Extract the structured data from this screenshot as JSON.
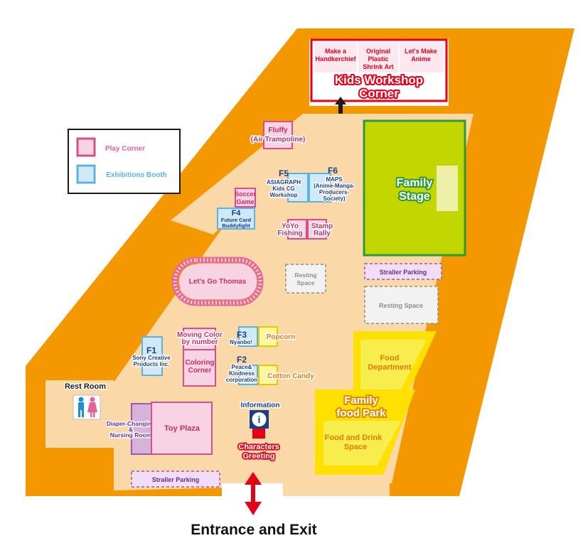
{
  "colors": {
    "outer_frame": "#f39800",
    "floor": "#fbd8a8",
    "play_corner_fill": "#f8d3e3",
    "play_corner_stroke": "#d64f8a",
    "exhibition_fill": "#cfe9f8",
    "exhibition_stroke": "#5fb2e0",
    "stage_fill": "#c2d600",
    "stage_border": "#2e9a3a",
    "food_yellow": "#ffe000",
    "food_inner": "#f7ee4e",
    "workshop_red": "#e5001a",
    "arrow_red": "#e5001a"
  },
  "legend": {
    "play_corner": "Play Corner",
    "exhibitions_booth": "Exhibitions Booth"
  },
  "workshop": {
    "items": [
      "Make a Handkerchief",
      "Original Plastic Shrink Art",
      "Let's Make Anime"
    ],
    "item_lines": [
      [
        "Make a",
        "Handkerchief"
      ],
      [
        "Original",
        "Plastic",
        "Shrink Art"
      ],
      [
        "Let's Make",
        "Anime"
      ]
    ],
    "title_line1": "Kids Workshop",
    "title_line2": "Corner"
  },
  "stage": {
    "line1": "Family",
    "line2": "Stage"
  },
  "play": {
    "fluffy_line1": "Fluffy",
    "fluffy_line2": "(Air Trampoline)",
    "soccer_line1": "Soccer",
    "soccer_line2": "Game",
    "yoyo_line1": "YoYo",
    "yoyo_line2": "Fishing",
    "stamp_line1": "Stamp",
    "stamp_line2": "Rally",
    "thomas": "Let's Go Thomas",
    "moving_line1": "Moving Color",
    "moving_line2": "by number",
    "coloring_line1": "Coloring",
    "coloring_line2": "Corner",
    "toy_plaza": "Toy Plaza",
    "diaper_line1": "Diaper-Changing",
    "diaper_line2": "&",
    "diaper_line3": "Nursing Room"
  },
  "booths": {
    "f5_code": "F5",
    "f5_line1": "ASIAGRAPH",
    "f5_line2": "Kids CG",
    "f5_line3": "Workshop",
    "f6_code": "F6",
    "f6_line1": "MAPS",
    "f6_line2": "(Anime-Manga-",
    "f6_line3": "Producers-",
    "f6_line4": "Society)",
    "f4_code": "F4",
    "f4_line1": "Future Card",
    "f4_line2": "Buddyfight",
    "f3_code": "F3",
    "f3_line1": "Nyanbo!",
    "f2_code": "F2",
    "f2_line1": "Peace&",
    "f2_line2": "Kindness",
    "f2_line3": "corporation",
    "f1_code": "F1",
    "f1_line1": "Sony Creative",
    "f1_line2": "Products Inc."
  },
  "food": {
    "popcorn": "Popcorn",
    "cotton_candy": "Cotton Candy",
    "dept_line1": "Food",
    "dept_line2": "Department",
    "park_line1": "Family",
    "park_line2": "food Park",
    "drink_line1": "Food and Drink",
    "drink_line2": "Space"
  },
  "rest": {
    "resting_line1": "Resting",
    "resting_line2": "Space",
    "resting_space": "Resting Space",
    "rest_room": "Rest Room"
  },
  "parking": {
    "top": "Straller Parking",
    "bottom": "Straller Parking"
  },
  "info": {
    "information": "Information",
    "info_icon": "i",
    "characters_line1": "Characters",
    "characters_line2": "Greeting"
  },
  "entrance": "Entrance and Exit",
  "icons": [
    "info-icon",
    "restroom-icon",
    "up-arrow-icon",
    "double-arrow-icon",
    "railway-track-icon"
  ]
}
